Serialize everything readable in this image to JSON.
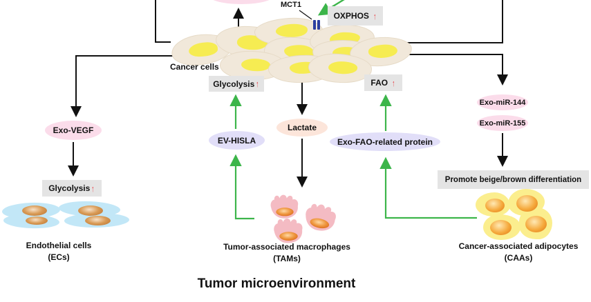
{
  "title": "Tumor microenvironment",
  "glyphs": {
    "up_arrow": "↑"
  },
  "colors": {
    "green_arrow": "#3cb54a",
    "black_arrow": "#111111",
    "red_up_arrow": "#e8232a",
    "box_bg": "#e4e4e4",
    "pink_vesicle": "#fbdcea",
    "lavender_vesicle": "#e1def8",
    "peach_vesicle": "#fce5da",
    "mct1_blue": "#2c3e9f",
    "cancer_cell_body": "#f1e8da",
    "cancer_cell_nucleus": "#f6ec52",
    "endothelial_body": "#c2e7f7",
    "macrophage_body": "#f4bbc3",
    "adipocyte_body": "#fbee8e"
  },
  "labels": {
    "mct1": "MCT1",
    "cancer_cells": "Cancer cells"
  },
  "boxes": {
    "oxphos": "OXPHOS",
    "glycolysis_cancer": "Glycolysis",
    "glycolysis_ec": "Glycolysis",
    "fao": "FAO",
    "promote_beige_brown": "Promote beige/brown differentiation"
  },
  "vesicles": {
    "exo_vegf": "Exo-VEGF",
    "ev_hisla": "EV-HISLA",
    "lactate": "Lactate",
    "exo_fao_related_protein": "Exo-FAO-related protein",
    "exo_mir_144": "Exo-miR-144",
    "exo_mir_155": "Exo-miR-155"
  },
  "cell_groups": {
    "endothelial": {
      "name": "Endothelial cells",
      "abbr": "(ECs)"
    },
    "macrophages": {
      "name": "Tumor-associated macrophages",
      "abbr": "(TAMs)"
    },
    "adipocytes": {
      "name": "Cancer-associated adipocytes",
      "abbr": "(CAAs)"
    }
  }
}
